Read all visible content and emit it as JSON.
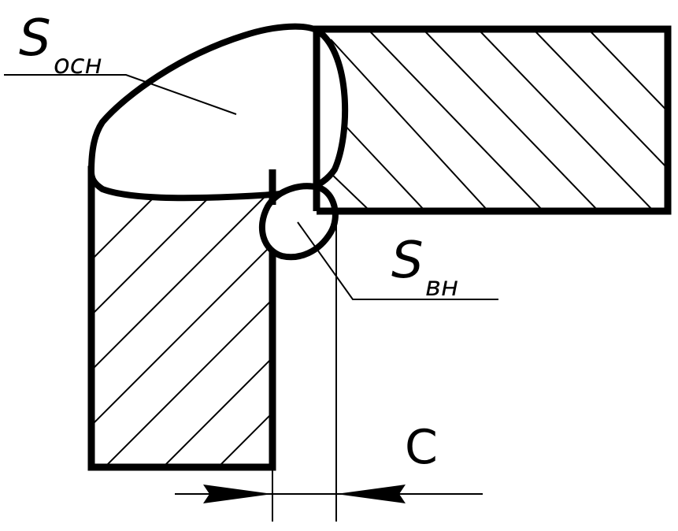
{
  "labels": {
    "s_main": {
      "symbol": "S",
      "subscript": "осн"
    },
    "s_inner": {
      "symbol": "S",
      "subscript": "вн"
    },
    "gap": "С"
  },
  "colors": {
    "stroke": "#000000",
    "background": "#ffffff"
  }
}
